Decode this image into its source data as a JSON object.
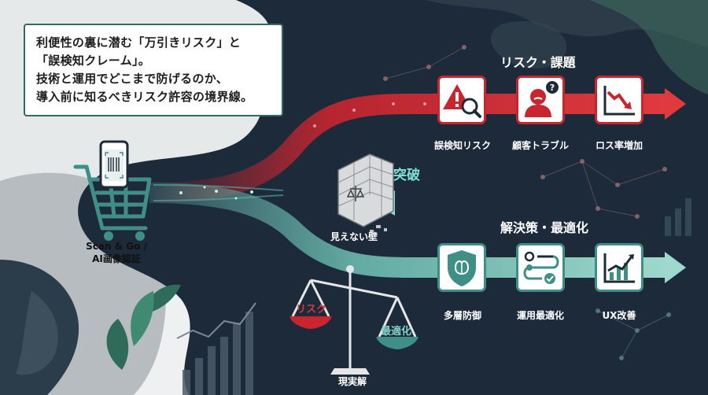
{
  "caption": {
    "lines": [
      "利便性の裏に潜む「万引きリスク」と",
      "「誤検知クレーム」。",
      "技術と運用でどこまで防げるのか、",
      "導入前に知るべきリスク許容の境界線。"
    ]
  },
  "left": {
    "label_line1": "Scan & Go /",
    "label_line2": "AI画像認証"
  },
  "risk": {
    "header": "リスク・課題",
    "items": [
      {
        "label": "誤検知リスク",
        "icon": "warning-search-icon"
      },
      {
        "label": "顧客トラブル",
        "icon": "upset-customer-icon"
      },
      {
        "label": "ロス率増加",
        "icon": "declining-chart-icon"
      }
    ]
  },
  "wall": {
    "breakthrough": "突破",
    "caption": "見えない壁"
  },
  "solution": {
    "header": "解決策・最適化",
    "items": [
      {
        "label": "多層防御",
        "icon": "shield-brain-icon"
      },
      {
        "label": "運用最適化",
        "icon": "workflow-icon"
      },
      {
        "label": "UX改善",
        "icon": "rising-chart-icon"
      }
    ]
  },
  "scale": {
    "left": "リスク",
    "right": "最適化",
    "caption": "現実解"
  },
  "colors": {
    "risk": "#c8252f",
    "solution": "#3f8f86",
    "dark": "#1c2a3a",
    "ui_teal": "#2f6b5e"
  }
}
